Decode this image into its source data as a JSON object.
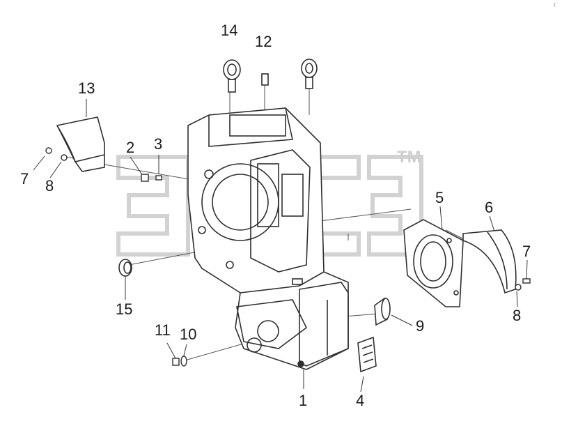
{
  "diagram": {
    "part_labels": {
      "p1": "1",
      "p2": "2",
      "p3": "3",
      "p4": "4",
      "p5": "5",
      "p6": "6",
      "p7a": "7",
      "p7b": "7",
      "p8a": "8",
      "p8b": "8",
      "p9": "9",
      "p10": "10",
      "p11": "11",
      "p12": "12",
      "p13": "13",
      "p14": "14",
      "p15": "15"
    },
    "watermark": {
      "mark": "TM",
      "color": "#d2d2d2"
    },
    "corner_mark": "r",
    "line_color": "#3a3a3a",
    "fill_color": "#ffffff"
  }
}
